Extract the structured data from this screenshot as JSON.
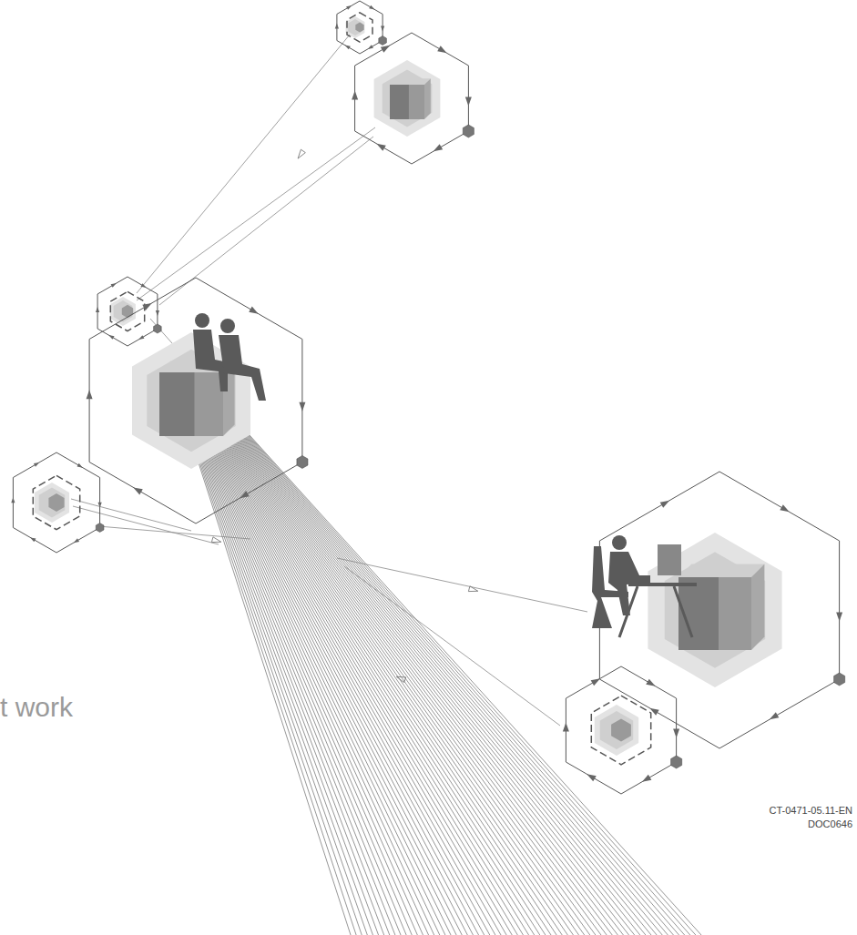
{
  "diagram": {
    "labels": [
      "t work",
      "CT-0471-05.11-EN",
      "DOC0646"
    ]
  }
}
